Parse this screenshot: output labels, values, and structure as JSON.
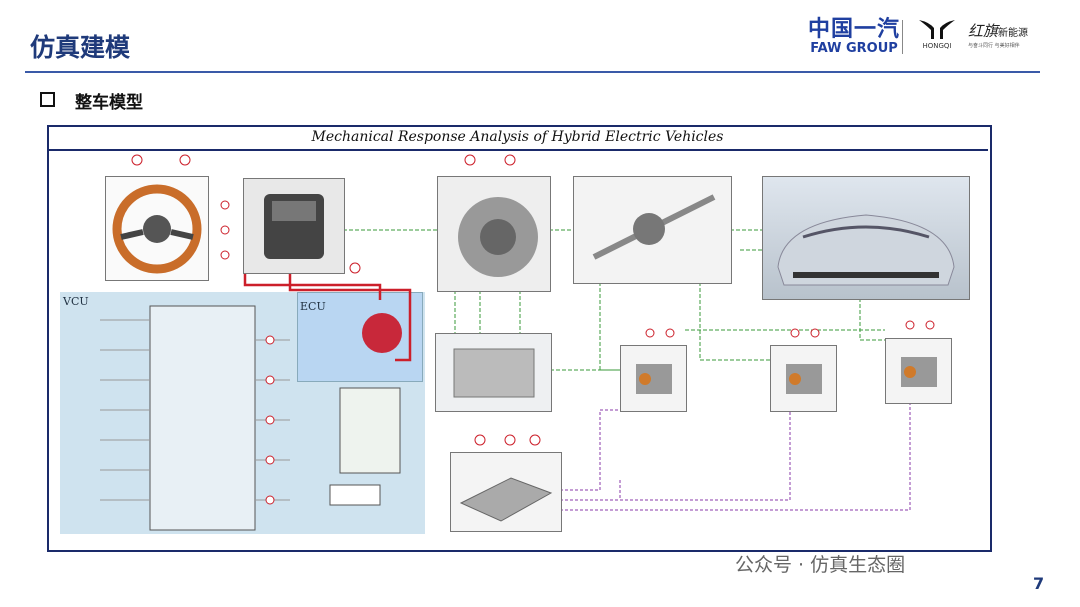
{
  "header": {
    "title": "仿真建模",
    "logo_cn": "中国一汽",
    "logo_en": "FAW GROUP",
    "brand_logo": "HONGQI",
    "brand_name": "红旗",
    "brand_suffix": "新能源",
    "brand_slogan": "与奋斗同行 与美好相伴"
  },
  "section": {
    "label": "整车模型"
  },
  "diagram": {
    "title": "Mechanical Response Analysis of Hybrid Electric Vehicles",
    "vcu_label": "VCU",
    "ecu_label": "ECU"
  },
  "footer": {
    "watermark": "公众号 · 仿真生态圈",
    "page_number": "7"
  },
  "colors": {
    "accent": "#1f3a7a",
    "frame": "#1a2a6a",
    "panel": "#cfe3ef",
    "signal_red": "#cc1f2a",
    "signal_green": "#3a9a3a",
    "signal_purple": "#8a3aa8"
  }
}
